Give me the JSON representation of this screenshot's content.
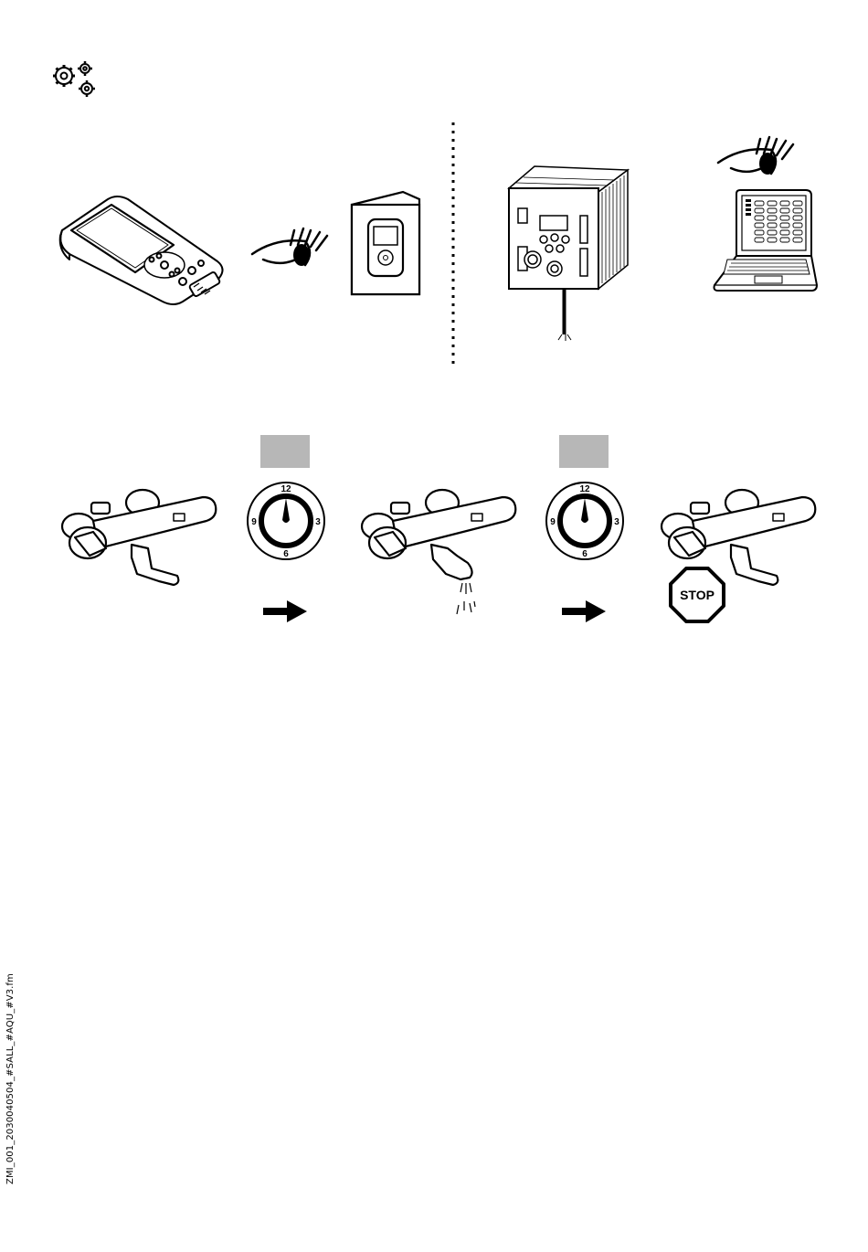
{
  "header": {
    "icon": "gears-icon"
  },
  "top_row": {
    "left": {
      "devices": [
        "handheld-programmer-icon",
        "eye-icon",
        "manual-booklet-icon"
      ]
    },
    "separator": "dotted-vertical-line",
    "right": {
      "devices": [
        "control-unit-icon",
        "eye-icon",
        "laptop-icon"
      ]
    }
  },
  "sequence": {
    "dial": {
      "numbers": [
        "12",
        "3",
        "6",
        "9"
      ]
    },
    "stop_sign": {
      "label": "STOP"
    },
    "colors": {
      "gray_box": "#b7b7b7",
      "stop_octagon": "#ffffff",
      "stroke": "#000000"
    }
  },
  "footer": {
    "file_reference": "ZMI_001_2030040504_#SALL_#AQU_#V3.fm"
  }
}
